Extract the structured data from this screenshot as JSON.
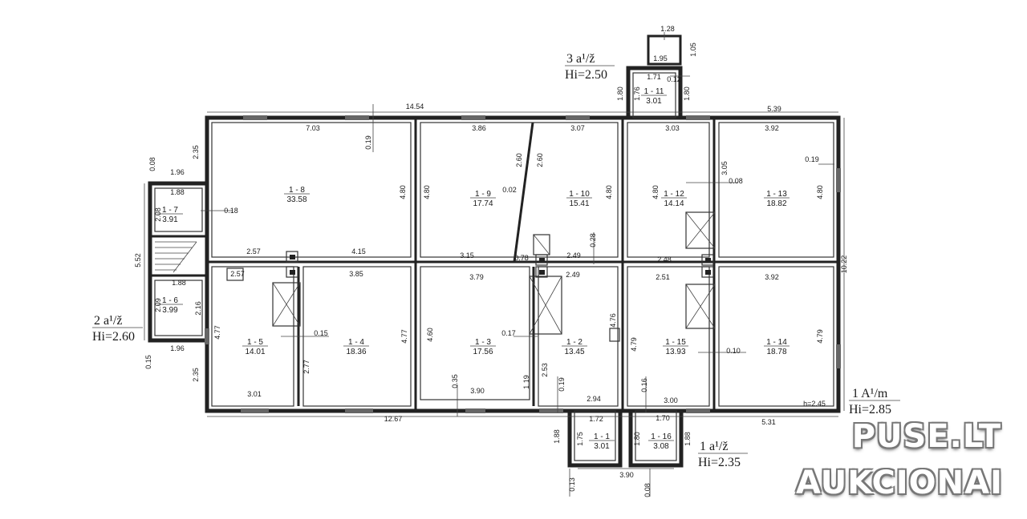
{
  "zones": [
    {
      "id": "z3",
      "label": "3 a¹/ž",
      "height": "Hi=2.50"
    },
    {
      "id": "z2",
      "label": "2 a¹/ž",
      "height": "Hi=2.60"
    },
    {
      "id": "z1A",
      "label": "1 A¹/m",
      "height": "Hi=2.85"
    },
    {
      "id": "z1a",
      "label": "1 a¹/ž",
      "height": "Hi=2.35"
    }
  ],
  "rooms": [
    {
      "code": "1 - 8",
      "area": "33.58"
    },
    {
      "code": "1 - 9",
      "area": "17.74"
    },
    {
      "code": "1 - 10",
      "area": "15.41"
    },
    {
      "code": "1 - 12",
      "area": "14.14"
    },
    {
      "code": "1 - 13",
      "area": "18.82"
    },
    {
      "code": "1 - 7",
      "area": "3.91"
    },
    {
      "code": "1 - 6",
      "area": "3.99"
    },
    {
      "code": "1 - 5",
      "area": "14.01"
    },
    {
      "code": "1 - 4",
      "area": "18.36"
    },
    {
      "code": "1 - 3",
      "area": "17.56"
    },
    {
      "code": "1 - 2",
      "area": "13.45"
    },
    {
      "code": "1 - 15",
      "area": "13.93"
    },
    {
      "code": "1 - 14",
      "area": "18.78"
    },
    {
      "code": "1 - 11",
      "area": "3.01"
    },
    {
      "code": "1 - 1",
      "area": "3.01"
    },
    {
      "code": "1 - 16",
      "area": "3.08"
    }
  ],
  "dimensions": [
    "14.54",
    "7.03",
    "3.86",
    "3.07",
    "3.03",
    "5.39",
    "3.92",
    "0.19",
    "4.80",
    "2.60",
    "2.60",
    "0.02",
    "4.80",
    "4.80",
    "4.80",
    "3.05",
    "0.08",
    "0.19",
    "4.80",
    "2.35",
    "0.08",
    "1.96",
    "1.88",
    "2.08",
    "0.18",
    "5.52",
    "2.57",
    "4.15",
    "3.15",
    "0.78",
    "2.49",
    "0.28",
    "2.48",
    "2.57",
    "3.85",
    "3.79",
    "2.49",
    "2.51",
    "3.92",
    "10.22",
    "1.88",
    "2.09",
    "2.16",
    "1.96",
    "0.15",
    "2.35",
    "4.77",
    "0.15",
    "4.77",
    "2.77",
    "4.60",
    "0.17",
    "4.76",
    "4.79",
    "0.10",
    "4.79",
    "0.35",
    "3.90",
    "1.19",
    "2.53",
    "0.19",
    "0.16",
    "3.01",
    "2.94",
    "3.00",
    "12.67",
    "5.31",
    "h=2.45",
    "1.28",
    "1.05",
    "1.95",
    "1.71",
    "0.12",
    "1.80",
    "1.76",
    "1.80",
    "1.72",
    "1.70",
    "1.88",
    "1.75",
    "1.80",
    "1.88",
    "3.90",
    "0.13",
    "0.08"
  ],
  "watermark": {
    "line1": "PUSE.LT",
    "line2": "AUKCIONAI"
  }
}
